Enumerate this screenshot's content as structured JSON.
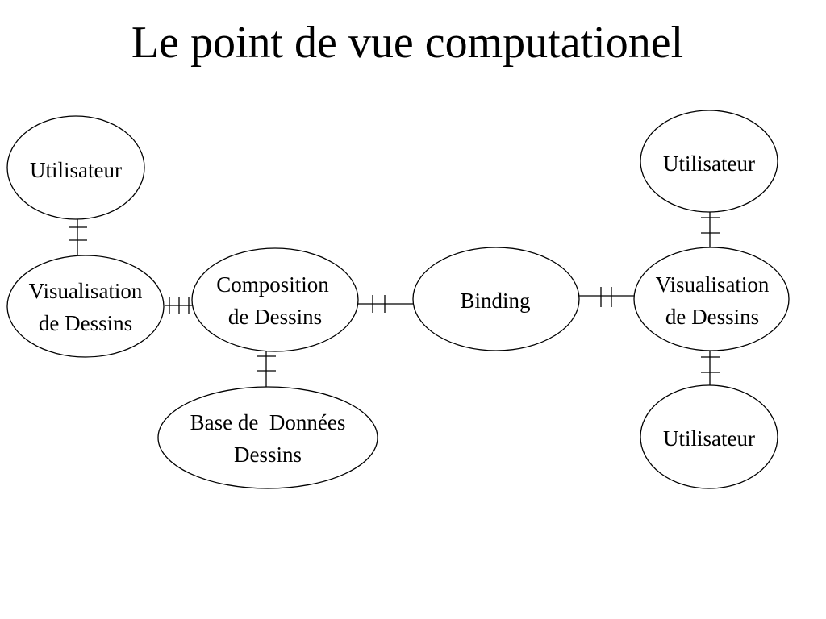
{
  "title": "Le point de vue computationel",
  "nodes": {
    "utilisateur_left": {
      "lines": [
        "Utilisateur"
      ]
    },
    "visualisation_left": {
      "lines": [
        "Visualisation",
        "de Dessins"
      ]
    },
    "composition": {
      "lines": [
        "Composition",
        "de Dessins"
      ]
    },
    "base_donnees": {
      "lines": [
        "Base de  Données",
        "Dessins"
      ]
    },
    "binding": {
      "lines": [
        "Binding"
      ]
    },
    "utilisateur_right_top": {
      "lines": [
        "Utilisateur"
      ]
    },
    "visualisation_right": {
      "lines": [
        "Visualisation",
        "de Dessins"
      ]
    },
    "utilisateur_right_bottom": {
      "lines": [
        "Utilisateur"
      ]
    }
  },
  "colors": {
    "stroke": "#000000",
    "background": "#ffffff"
  }
}
